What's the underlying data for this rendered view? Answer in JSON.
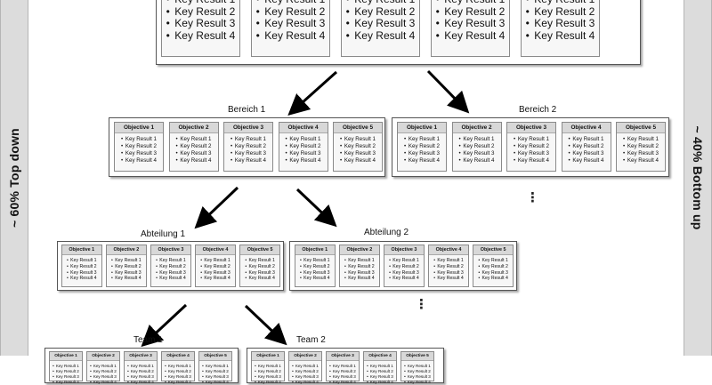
{
  "side": {
    "left": "~ 60% Top down",
    "right": "~ 40% Bottom up"
  },
  "levels": {
    "bereich_1": "Bereich 1",
    "bereich_2": "Bereich 2",
    "abteilung_1": "Abteilung 1",
    "abteilung_2": "Abteilung 2",
    "team_1": "Team 1",
    "team_2": "Team 2"
  },
  "objectives": [
    "Objective 1",
    "Objective 2",
    "Objective 3",
    "Objective 4",
    "Objective 5"
  ],
  "key_results": [
    "Key Result 1",
    "Key Result 2",
    "Key Result 3",
    "Key Result 4"
  ],
  "bullet": "•",
  "dots": "⋮"
}
